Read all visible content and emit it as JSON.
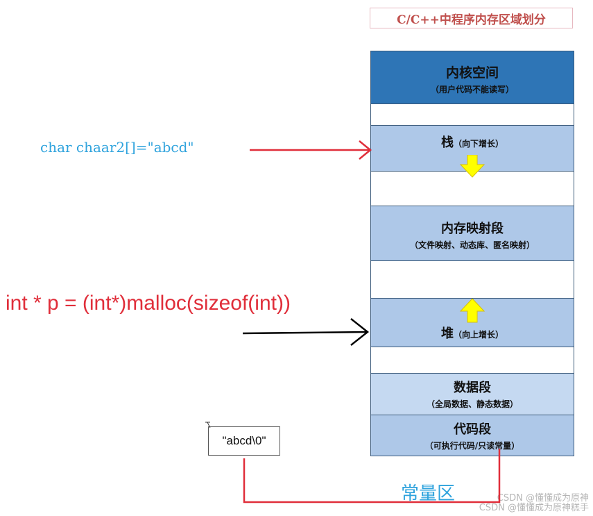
{
  "title": "C/C++中程序内存区域划分",
  "segments": {
    "kernel": {
      "title": "内核空间",
      "sub": "（用户代码不能读写）"
    },
    "stack": {
      "title": "栈",
      "sub": "（向下增长）"
    },
    "mmap": {
      "title": "内存映射段",
      "sub": "（文件映射、动态库、匿名映射）"
    },
    "heap": {
      "title": "堆",
      "sub": "（向上增长）"
    },
    "data": {
      "title": "数据段",
      "sub": "（全局数据、静态数据）"
    },
    "code": {
      "title": "代码段",
      "sub": "（可执行代码/只读常量）"
    }
  },
  "annotations": {
    "char_decl": "char chaar2[]=\"abcd\"",
    "malloc_stmt": "int * p = (int*)malloc(sizeof(int))",
    "string_literal": "\"abcd\\0\"",
    "const_area": "常量区"
  },
  "watermark": [
    "CSDN @懂懂成为原神",
    "CSDN @懂懂成为原神糕手"
  ],
  "colors": {
    "kernel": "#2e75b6",
    "segment": "#aec8e8",
    "data_segment": "#c5d9f1",
    "growth_arrow": "#ffff00",
    "red_arrow": "#e02e3a",
    "black_arrow": "#000000",
    "blue_text": "#2fa3dd"
  },
  "icons": {
    "stack_growth": "arrow-down-icon",
    "heap_growth": "arrow-up-icon"
  }
}
